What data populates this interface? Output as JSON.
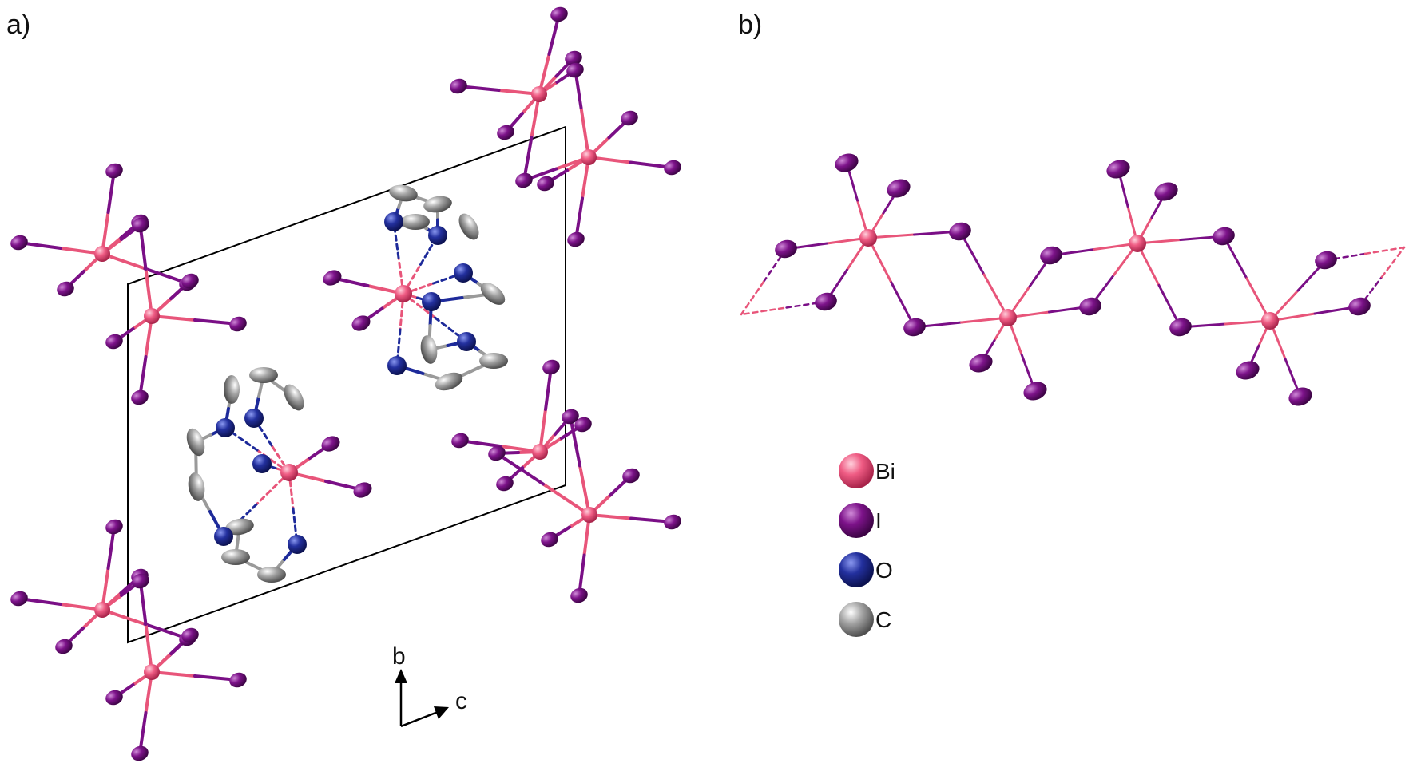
{
  "panels": {
    "a_label": "a)",
    "b_label": "b)"
  },
  "axes": {
    "b_label": "b",
    "c_label": "c"
  },
  "legend": [
    {
      "symbol": "Bi",
      "color": "#e8557a"
    },
    {
      "symbol": "I",
      "color": "#7a0f86"
    },
    {
      "symbol": "O",
      "color": "#1d2a9a"
    },
    {
      "symbol": "C",
      "color": "#9a9a9a"
    }
  ],
  "colors": {
    "bismuth": "#e8557a",
    "iodine": "#7a0f86",
    "oxygen": "#1d2a9a",
    "carbon": "#9a9a9a",
    "unit_cell": "#000000"
  }
}
